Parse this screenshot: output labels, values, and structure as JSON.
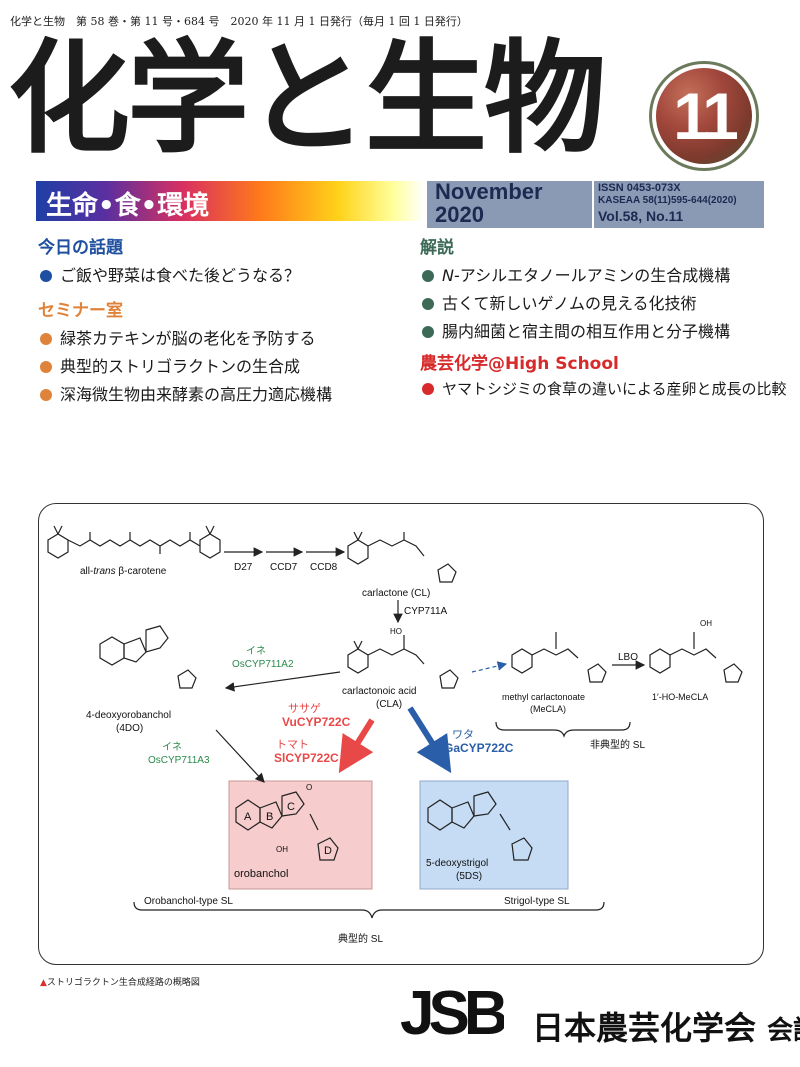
{
  "header": {
    "pubinfo": "化学と生物　第 58 巻・第 11 号・684 号　2020 年 11 月 1 日発行（毎月 1 回 1 日発行）",
    "title": "化学と生物",
    "issue_badge": "11",
    "subtitle": "生命•食•環境",
    "month": "November",
    "year": "2020",
    "issn_line1": "ISSN 0453-073X",
    "issn_line2": "KASEAA 58(11)595-644(2020)",
    "issn_line3": "Vol.58, No.11"
  },
  "left_sections": [
    {
      "heading": "今日の話題",
      "color": "#1f4fa0",
      "items": [
        {
          "text": "ご飯や野菜は食べた後どうなる？",
          "dot": "#1f4fa0"
        }
      ]
    },
    {
      "heading": "セミナー室",
      "color": "#e0833a",
      "items": [
        {
          "text": "緑茶カテキンが脳の老化を予防する",
          "dot": "#e0833a"
        },
        {
          "text": "典型的ストリゴラクトンの生合成",
          "dot": "#e0833a"
        },
        {
          "text": "深海微生物由来酵素の高圧力適応機構",
          "dot": "#e0833a"
        }
      ]
    }
  ],
  "right_sections": [
    {
      "heading": "解説",
      "color": "#3d6a57",
      "items": [
        {
          "text_italic": "N",
          "text": "-アシルエタノールアミンの生合成機構",
          "dot": "#3d6a57"
        },
        {
          "text_italic": "",
          "text": "古くて新しいゲノムの見える化技術",
          "dot": "#3d6a57"
        },
        {
          "text_italic": "",
          "text": "腸内細菌と宿主間の相互作用と分子機構",
          "dot": "#3d6a57"
        }
      ]
    },
    {
      "heading": "農芸化学@High School",
      "color": "#d82a2a",
      "items": [
        {
          "text_italic": "",
          "text": "ヤマトシジミの食草の違いによる産卵と成長の比較",
          "dot": "#d82a2a"
        }
      ]
    }
  ],
  "diagram": {
    "beta_carotene_prefix": "all-",
    "beta_carotene_italic": "trans",
    "beta_carotene_suffix": " β-carotene",
    "enzyme_d27": "D27",
    "enzyme_ccd7": "CCD7",
    "enzyme_ccd8": "CCD8",
    "carlactone": "carlactone (CL)",
    "cyp711a": "CYP711A",
    "cla_line1": "carlactonoic acid",
    "cla_line2": "(CLA)",
    "mecla_line1": "methyl carlactonoate",
    "mecla_line2": "(MeCLA)",
    "lbo": "LBO",
    "ho_mecla": "1′-HO-MeCLA",
    "non_canonical": "非典型的 SL",
    "ine1": "イネ",
    "oscyp711a2": "OsCYP711A2",
    "four_do_line1": "4-deoxyorobanchol",
    "four_do_line2": "(4DO)",
    "ine2": "イネ",
    "oscyp711a3": "OsCYP711A3",
    "sasage": "ササゲ",
    "vucyp722c": "VuCYP722C",
    "tomato": "トマト",
    "slcyp722c": "SlCYP722C",
    "wata": "ワタ",
    "gacyp722c": "GaCYP722C",
    "orobanchol": "orobanchol",
    "ring_a": "A",
    "ring_b": "B",
    "ring_c": "C",
    "ring_d": "D",
    "oh": "OH",
    "ho": "HO",
    "o": "O",
    "five_ds_line1": "5-deoxystrigol",
    "five_ds_line2": "(5DS)",
    "orobanchol_type": "Orobanchol-type SL",
    "strigol_type": "Strigol-type SL",
    "canonical": "典型的 SL"
  },
  "caption": "ストリゴラクトン生合成経路の概略図",
  "publisher": {
    "logo": "JSBA",
    "name": "日本農芸化学会",
    "suffix": "会誌"
  },
  "colors": {
    "blue_head": "#1f4fa0",
    "orange_head": "#e0833a",
    "green_head": "#3d6a57",
    "red_head": "#d82a2a",
    "pink_box": "#f6cccc",
    "blue_box": "#c5dcf4",
    "red_arrow": "#e84848",
    "blue_arrow": "#2a5ea8",
    "green_label": "#2a8a4a"
  }
}
